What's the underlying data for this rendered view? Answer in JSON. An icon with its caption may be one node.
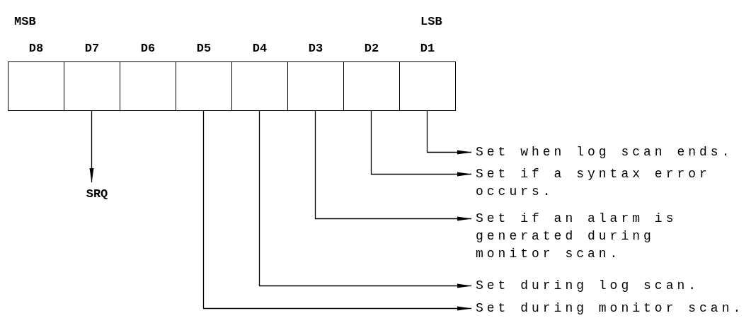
{
  "diagram": {
    "nodes": [
      {
        "text": [
          "D8"
        ]
      },
      {
        "text": [
          "D7"
        ]
      },
      {
        "text": [
          "D6"
        ]
      },
      {
        "text": [
          "D5"
        ]
      },
      {
        "text": [
          "D4"
        ]
      },
      {
        "text": [
          "D3"
        ]
      },
      {
        "text": [
          "D2"
        ]
      },
      {
        "text": [
          "D1"
        ]
      },
      {
        "text": [
          "SRQ"
        ]
      },
      {
        "text": [
          "Set when log scan ends."
        ]
      },
      {
        "text": [
          "Set if a syntax error occurs."
        ]
      },
      {
        "text": [
          "Set if an alarm is generated during monitor scan."
        ]
      },
      {
        "text": [
          "Set during log scan."
        ]
      },
      {
        "text": [
          "Set during monitor scan."
        ]
      }
    ],
    "edges": [
      {
        "from": 1,
        "to": 8,
        "arrow": "to"
      },
      {
        "from": 7,
        "to": 9,
        "arrow": "to"
      },
      {
        "from": 6,
        "to": 10,
        "arrow": "to"
      },
      {
        "from": 5,
        "to": 11,
        "arrow": "to"
      },
      {
        "from": 4,
        "to": 12,
        "arrow": "to"
      },
      {
        "from": 3,
        "to": 13,
        "arrow": "to"
      }
    ],
    "labels": [
      "MSB",
      "LSB"
    ]
  }
}
